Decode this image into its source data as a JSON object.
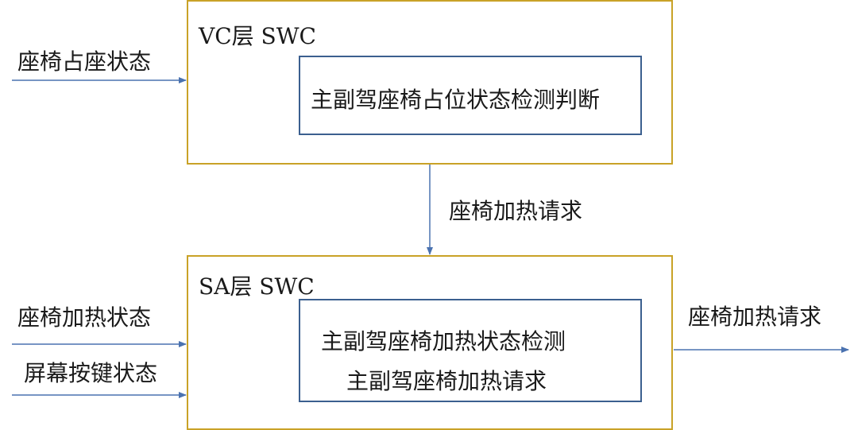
{
  "vc_block": {
    "title": "VC层 SWC",
    "function": "主副驾座椅占位状态检测判断"
  },
  "sa_block": {
    "title": "SA层 SWC",
    "function_line1": "主副驾座椅加热状态检测",
    "function_line2": "主副驾座椅加热请求"
  },
  "signals": {
    "input_occupancy": "座椅占座状态",
    "internal_request": "座椅加热请求",
    "input_heating_state": "座椅加热状态",
    "input_screen_button": "屏幕按键状态",
    "output_request": "座椅加热请求"
  },
  "colors": {
    "outer_border": "#c9a227",
    "inner_border": "#3b5f8f",
    "arrow": "#4a72b0"
  }
}
